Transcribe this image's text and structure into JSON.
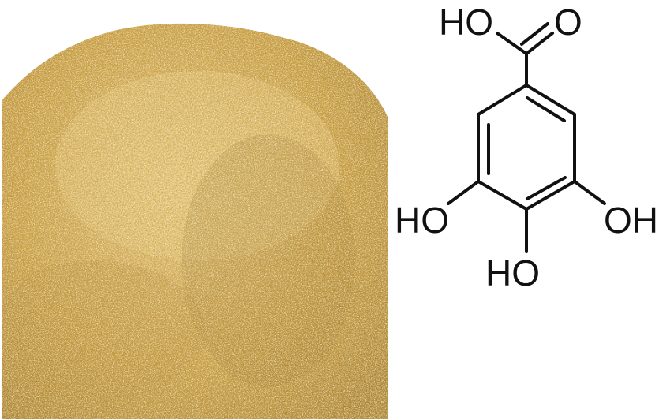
{
  "photo": {
    "subject": "powder-pile",
    "colors": {
      "base": "#c89a3c",
      "light": "#e3c070",
      "highlight": "#f6e6a8",
      "shadow": "#8a6420"
    }
  },
  "structure": {
    "labels": {
      "carboxyl_oh": "HO",
      "carbonyl_o": "O",
      "hydroxyl_left": "HO",
      "hydroxyl_right": "OH",
      "hydroxyl_bottom": "HO"
    },
    "colors": {
      "ink": "#111111"
    }
  }
}
